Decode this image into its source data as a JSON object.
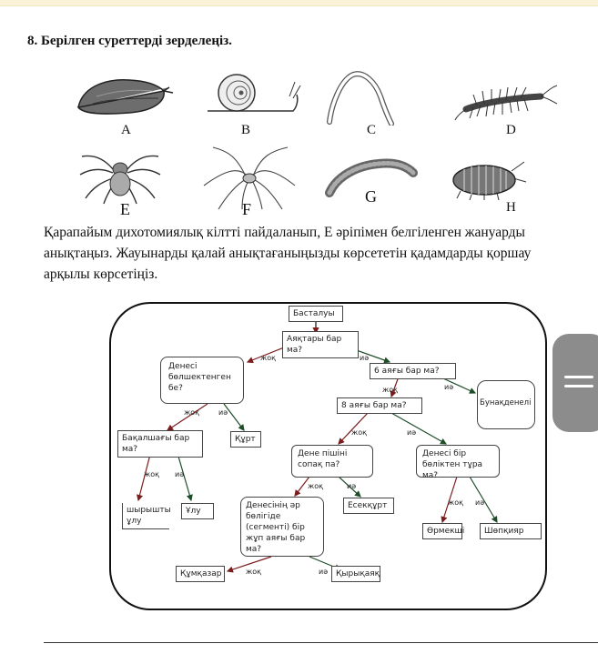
{
  "question_title": "8. Берілген суреттерді зерделеңіз.",
  "pictures": [
    {
      "letter": "A",
      "icon": "slug-icon"
    },
    {
      "letter": "B",
      "icon": "snail-icon"
    },
    {
      "letter": "C",
      "icon": "worm-icon"
    },
    {
      "letter": "D",
      "icon": "centipede-icon"
    },
    {
      "letter": "E",
      "icon": "spider-icon"
    },
    {
      "letter": "F",
      "icon": "harvestman-icon"
    },
    {
      "letter": "G",
      "icon": "earthworm-icon"
    },
    {
      "letter": "H",
      "icon": "woodlouse-icon"
    }
  ],
  "instruction": "Қарапайым дихотомиялық кілтті пайдаланып, Е әріпімен белгіленген жануарды анықтаңыз. Жауынарды қалай анықтағаныңызды көрсететін қадамдарды қоршау арқылы көрсетіңіз.",
  "key": {
    "start": "Басталуы",
    "q_legs": "Аяқтары бар ма?",
    "q_segmented": "Денесі бөлшектенген бе?",
    "q_six_legs": "6 аяғы бар ма?",
    "insect": "Бунақденелі",
    "q_eight_legs": "8 аяғы бар ма?",
    "q_shell": "Бақалшағы бар ма?",
    "worm": "Құрт",
    "q_long_body": "Дене пішіні сопақ па?",
    "q_one_part": "Денесі бір бөліктен тұра ма?",
    "slug": "шырышты ұлу",
    "snail": "Ұлу",
    "q_segment_legs": "Денесінің әр бөлігіде (сегменті) бір жұп аяғы бар ма?",
    "woodlouse": "Есекқұрт",
    "spider": "Өрмекші",
    "harvestman": "Шөпқияр",
    "millipede": "Құмқазар",
    "centipede": "Қырықаяқ",
    "no": "жоқ",
    "yes": "иә"
  }
}
